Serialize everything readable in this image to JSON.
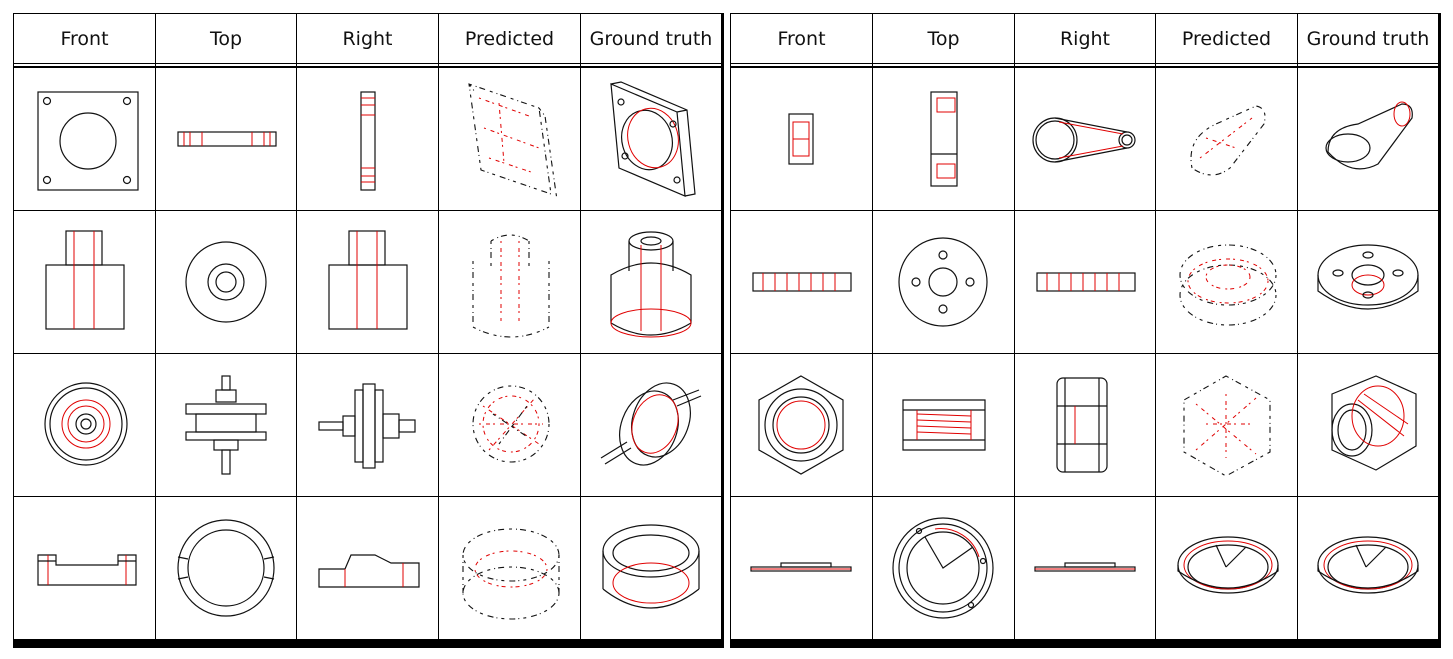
{
  "figure": {
    "left_headers": [
      "Front",
      "Top",
      "Right",
      "Predicted",
      "Ground truth"
    ],
    "right_headers": [
      "Front",
      "Top",
      "Right",
      "Predicted",
      "Ground truth"
    ]
  },
  "colors": {
    "line": "#111111",
    "hidden_line": "#e00000",
    "background": "#ffffff"
  }
}
